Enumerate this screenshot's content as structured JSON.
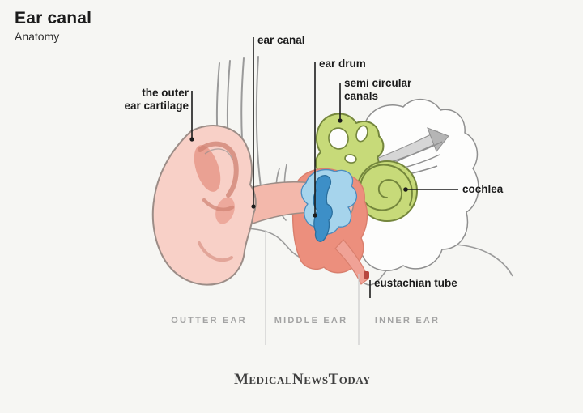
{
  "header": {
    "title": "Ear canal",
    "subtitle": "Anatomy"
  },
  "annotations": {
    "outer_cartilage": {
      "line1": "the outer",
      "line2": "ear cartilage"
    },
    "ear_canal": "ear canal",
    "ear_drum": "ear drum",
    "semi_circular": {
      "line1": "semi circular",
      "line2": "canals"
    },
    "cochlea": "cochlea",
    "eustachian_tube": "eustachian tube"
  },
  "sections": [
    {
      "label": "OUTTER EAR"
    },
    {
      "label": "MIDDLE EAR"
    },
    {
      "label": "INNER EAR"
    }
  ],
  "branding": {
    "logo": "MedicalNewsToday"
  },
  "colors": {
    "background": "#f6f6f3",
    "outer_ear_pink": "#f8d0c7",
    "ridge_pink": "#e99b8c",
    "canal_pink": "#f3b8ab",
    "middle_ear_salmon": "#ec8f7d",
    "eustachian_salmon": "#f0a296",
    "cavity_blue": "#a6d4ec",
    "ossicle_blue": "#3d8fc7",
    "inner_ear_green": "#c7da79",
    "vestibule_dark_green": "#a9bf4b",
    "bone_white": "#fdfdfc",
    "outline_gray": "#8f8f8f",
    "label_black": "#1c1c1c",
    "section_gray": "#a3a3a3",
    "divider_gray": "#cbcbcb"
  }
}
